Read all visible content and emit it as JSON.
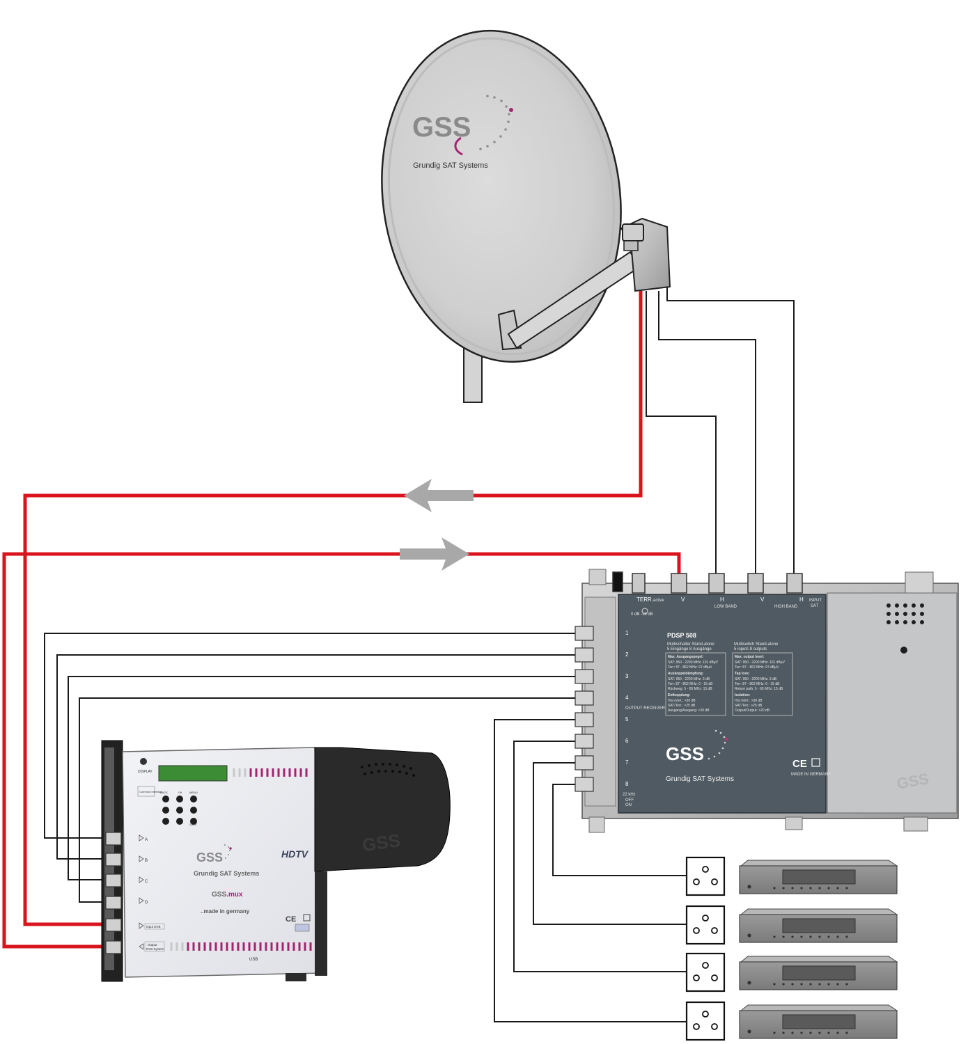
{
  "colors": {
    "signal_red": "#d9141d",
    "cable_black": "#1a1a1a",
    "arrow_gray": "#a8a8a8",
    "brand_magenta": "#a4246f",
    "brand_gray": "#8a8a8a",
    "switch_panel": "#4f5a62",
    "mux_body": "#e9eaee"
  },
  "dish": {
    "logo": "GSS",
    "brand": "Grundig SAT Systems"
  },
  "multiswitch": {
    "top_labels": {
      "terr": "TERR.",
      "active": "active",
      "v1": "V",
      "h1": "H",
      "v2": "V",
      "h2": "H",
      "input": "INPUT",
      "sat": "SAT",
      "low_band": "LOW BAND",
      "high_band": "HIGH BAND",
      "db": "0 dB  -15 dB"
    },
    "output_numbers": [
      "1",
      "2",
      "3",
      "4",
      "5",
      "6",
      "7",
      "8"
    ],
    "output_receiver": "OUTPUT RECEIVER",
    "khz": "22 kHz",
    "khz_off": "OFF",
    "khz_on": "ON",
    "model": "PDSP 508",
    "desc_de_1": "Multischalter Stand-alone",
    "desc_de_2": "5 Eingänge 8 Ausgänge",
    "desc_en_1": "Multiswitch Stand-alone",
    "desc_en_2": "5 inputs 8 outputs",
    "spec_de": [
      "Max. Ausgangspegel:",
      "SAT: 950 - 2200 MHz: 101 dBµV",
      "Terr: 87 - 862 MHz: 97 dBµV",
      "Auskoppeldämpfung:",
      "SAT: 950 - 2200 MHz: 3 dB",
      "Terr: 87 - 862 MHz: 0 - 15 dB",
      "Rückweg: 5 - 65 MHz: 15 dB",
      "Entkopplung:",
      "Hor./Vert.: >30 dB",
      "SAT/Terr.: >25 dB",
      "Ausgang/Ausgang: >20 dB"
    ],
    "spec_en": [
      "Max. output level:",
      "SAT: 950 - 2200 MHz: 101 dBµV",
      "Terr: 87 - 862 MHz: 97 dBµV",
      "Tap loss:",
      "SAT: 950 - 2200 MHz: 3 dB",
      "Terr: 87 - 862 MHz: 0 - 15 dB",
      "Return path: 5 - 65 MHz: 15 dB",
      "Isolation:",
      "Hor./Vert.: >30 dB",
      "SAT/Terr.: >25 dB",
      "Output/Output: >20 dB"
    ],
    "logo": "GSS",
    "brand": "Grundig SAT Systems",
    "ce": "CE",
    "made_in": "MADE IN GERMANY",
    "cover_logo": "GSS"
  },
  "mux": {
    "display_label": "DISPLAY",
    "common_interface": "Common Interface",
    "key_labels": [
      "BACK",
      "OK",
      "MENU",
      "SAVE"
    ],
    "logo": "GSS",
    "brand": "Grundig SAT Systems",
    "product_prefix": "GSS",
    "product_suffix": ".mux",
    "made": "..made in germany",
    "hdtv": "HDTV",
    "ports": [
      "A",
      "B",
      "C",
      "D"
    ],
    "input_label": "Input DVB",
    "output_label_1": "Output",
    "output_label_2": "DVB System",
    "usb": "USB",
    "cover_logo": "GSS"
  },
  "sockets_count": 4,
  "receivers_count": 4
}
